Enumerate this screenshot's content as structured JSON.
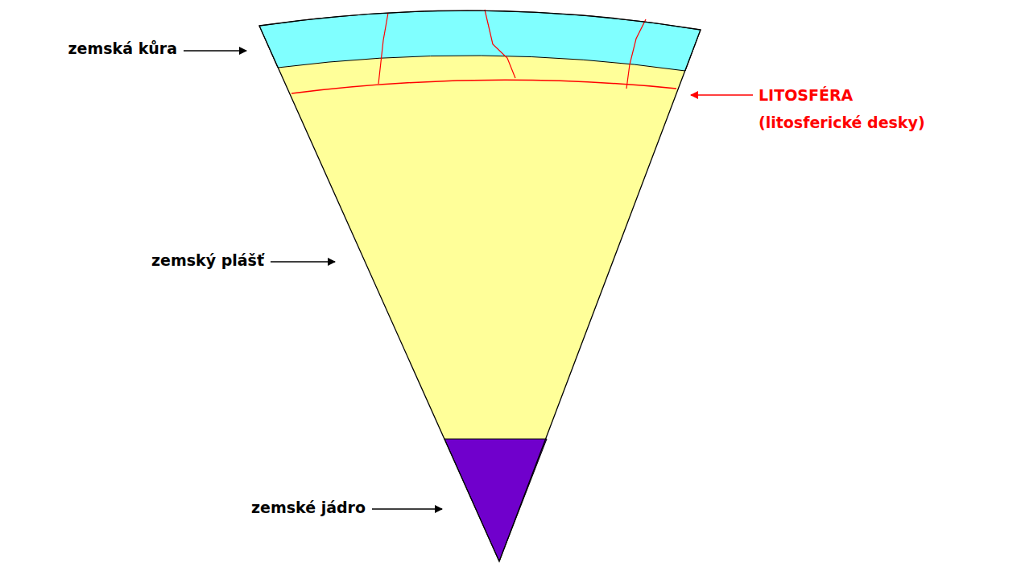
{
  "diagram": {
    "labels": [
      "zemská kůra",
      "LITOSFÉRA",
      "(litosferické desky)",
      "zemský plášť",
      "zemské jádro"
    ]
  }
}
